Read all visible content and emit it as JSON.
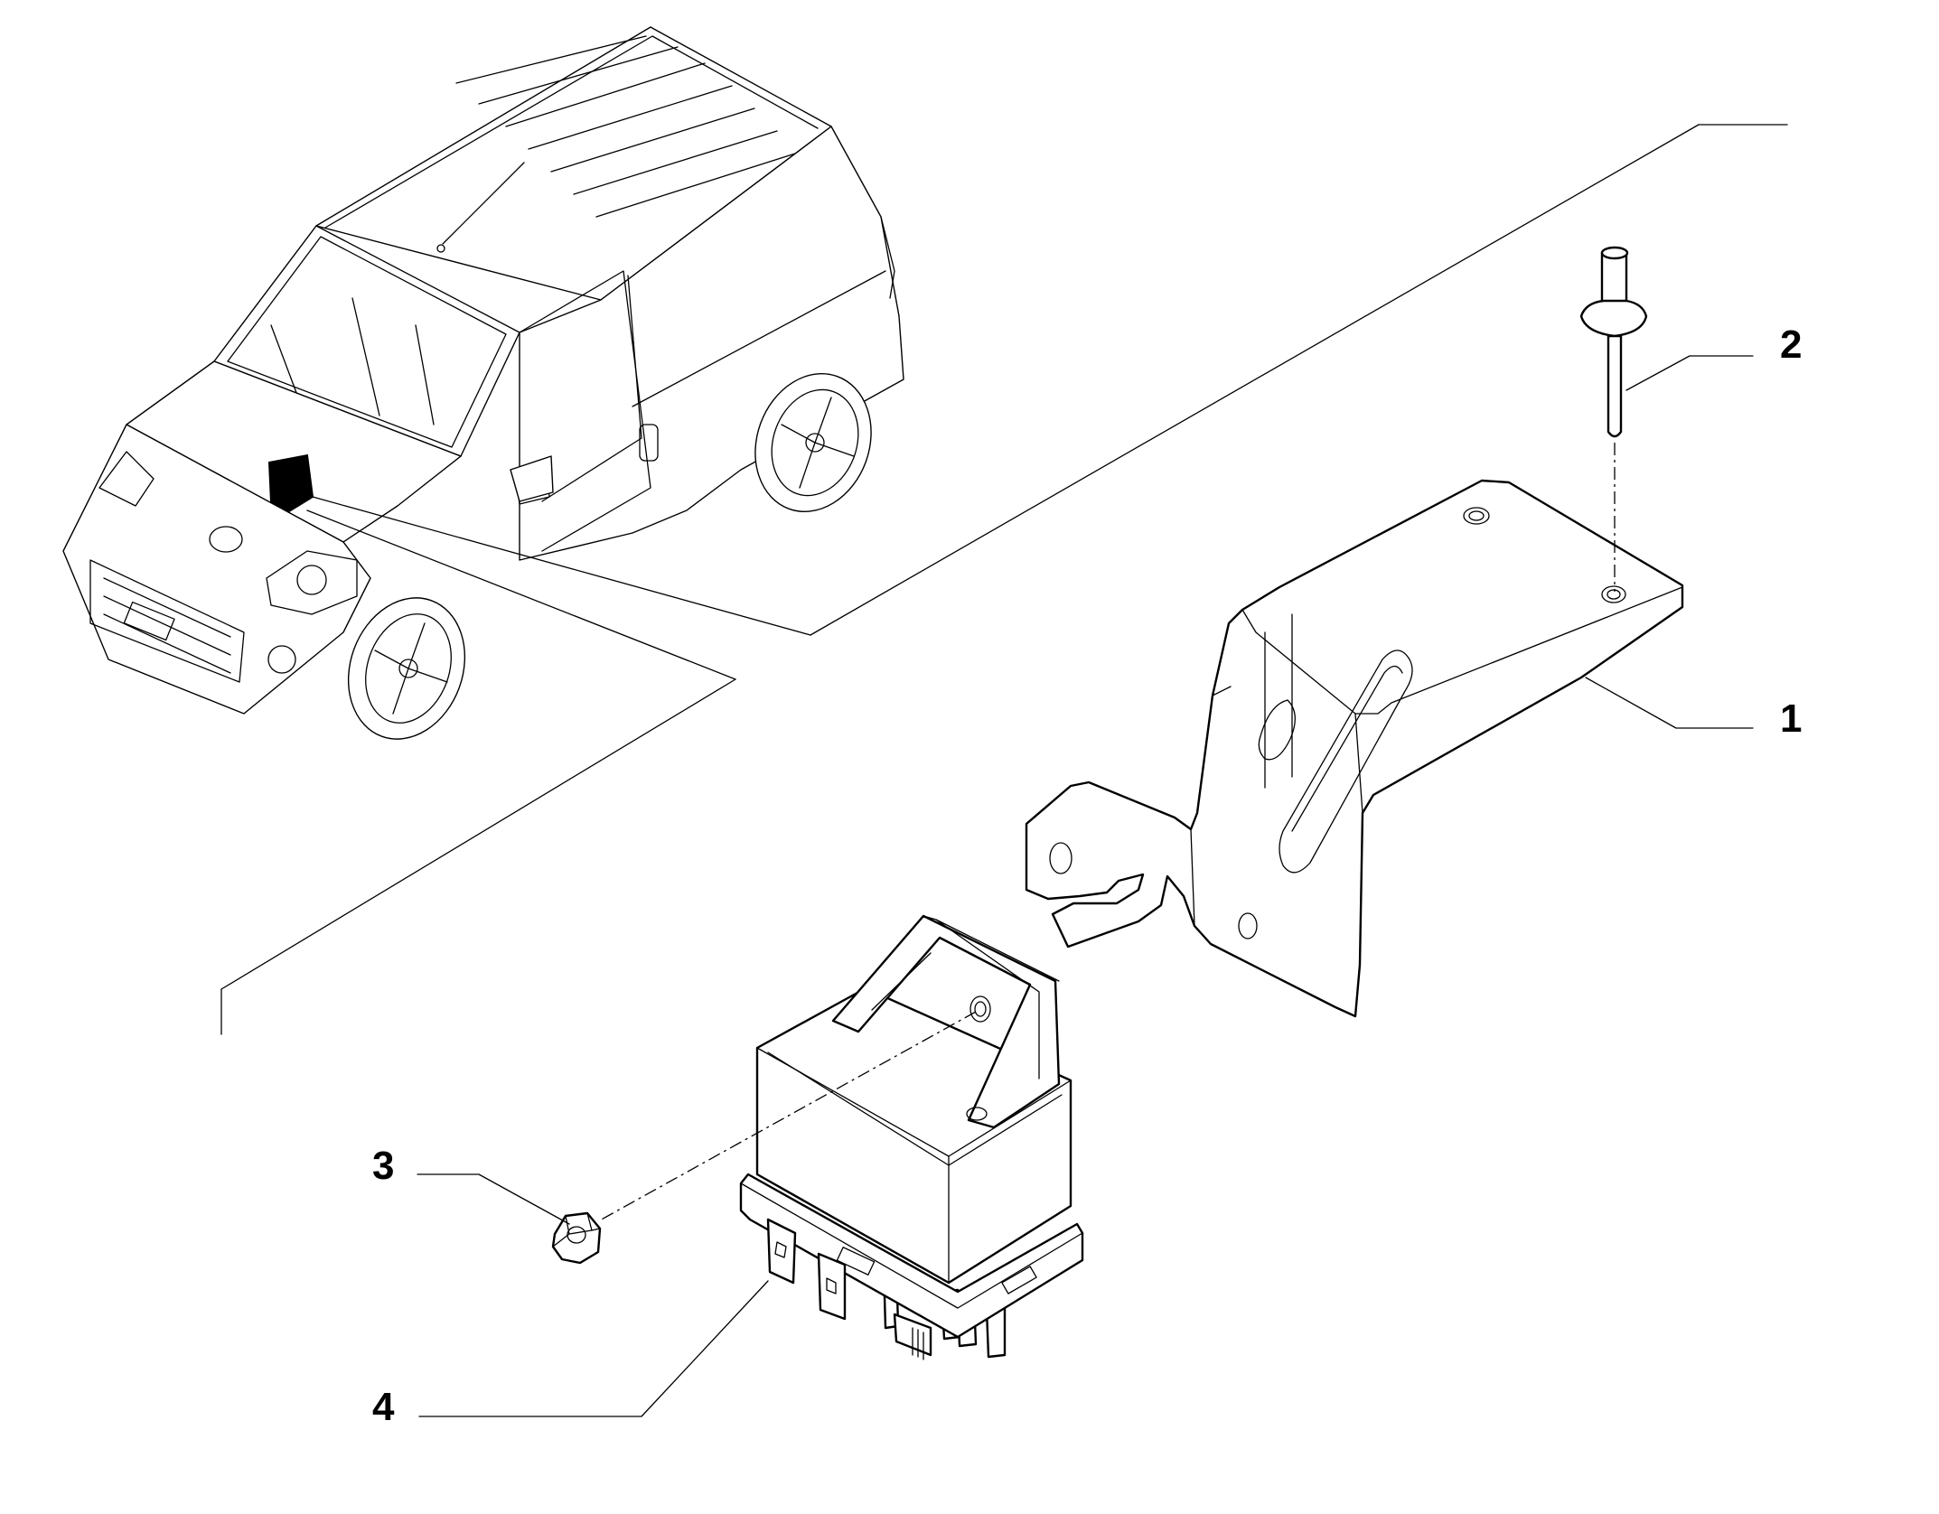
{
  "callouts": [
    {
      "id": "1",
      "label": "1"
    },
    {
      "id": "2",
      "label": "2"
    },
    {
      "id": "3",
      "label": "3"
    },
    {
      "id": "4",
      "label": "4"
    }
  ],
  "colors": {
    "line": "#000000",
    "background": "#ffffff"
  },
  "parts": [
    "vehicle-icon",
    "bracket",
    "rivet",
    "nut",
    "relay"
  ]
}
